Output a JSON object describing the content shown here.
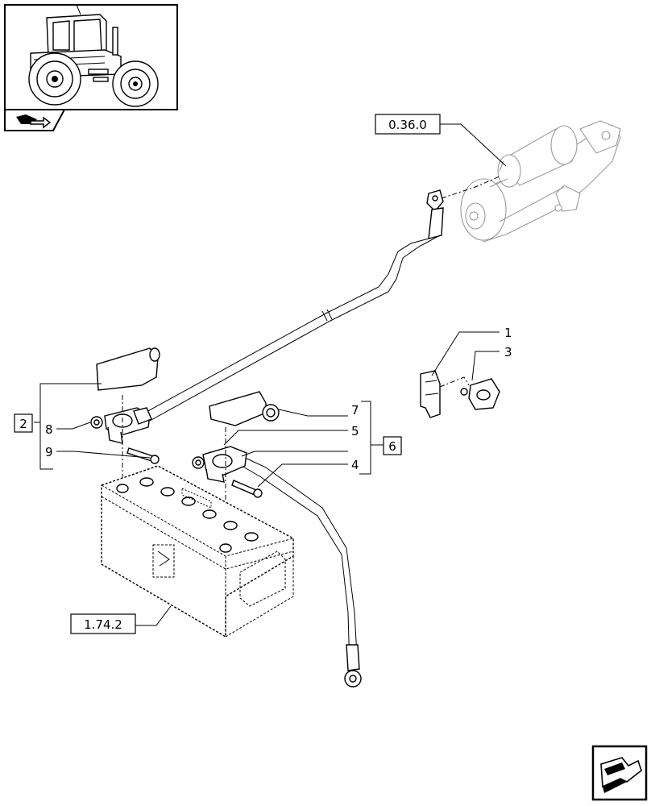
{
  "diagram": {
    "ref_boxes": {
      "starter": "0.36.0",
      "battery": "1.74.2"
    },
    "callouts": {
      "c1": "1",
      "c2": "2",
      "c3": "3",
      "c4": "4",
      "c5": "5",
      "c6": "6",
      "c7": "7",
      "c8": "8",
      "c9": "9"
    }
  },
  "icons": {
    "thumbnail": "tractor-thumbnail-icon",
    "nav_back": "folder-arrow-icon",
    "nav_next": "next-page-arrow-icon"
  }
}
